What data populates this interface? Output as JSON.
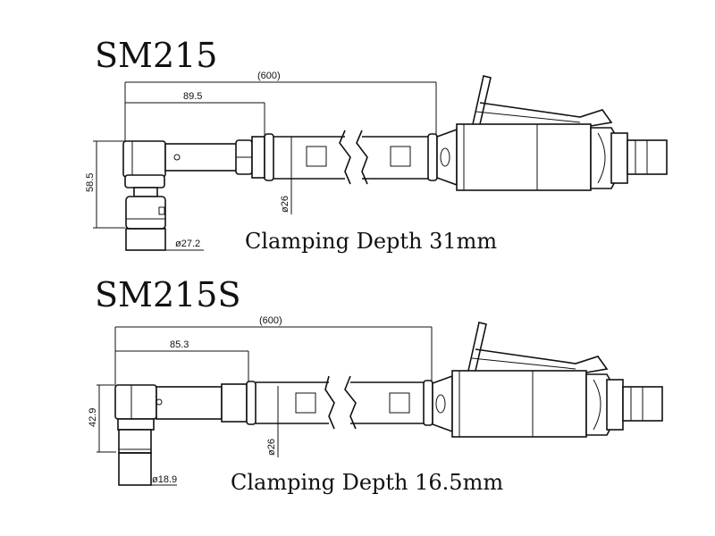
{
  "models": [
    {
      "title": "SM215",
      "overall_length": "(600)",
      "head_offset": "89.5",
      "head_height": "58.5",
      "chuck_diameter": "ø27.2",
      "tube_diameter": "ø26",
      "caption": "Clamping Depth 31mm"
    },
    {
      "title": "SM215S",
      "overall_length": "(600)",
      "head_offset": "85.3",
      "head_height": "42.9",
      "chuck_diameter": "ø18.9",
      "tube_diameter": "ø26",
      "caption": "Clamping Depth 16.5mm"
    }
  ]
}
